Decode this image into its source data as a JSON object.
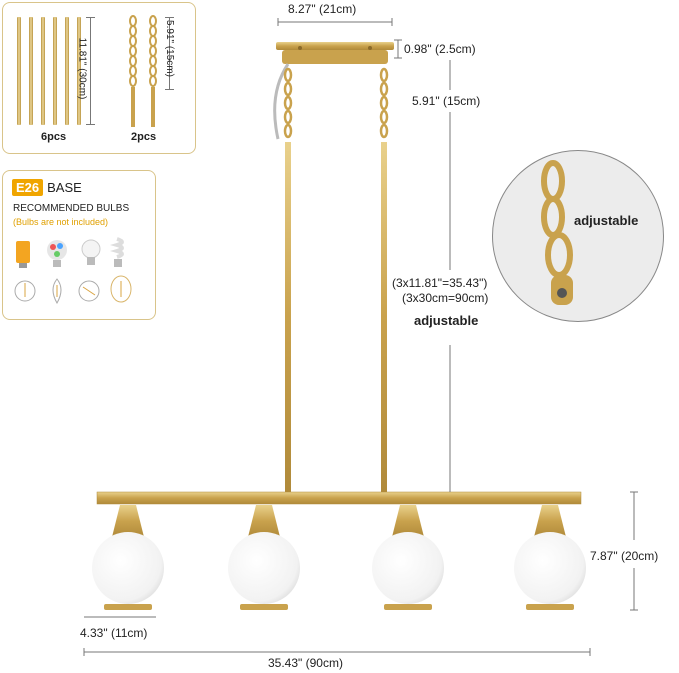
{
  "accessories": {
    "rods_length": "11.81\" (30cm)",
    "rods_count": "6pcs",
    "chain_length": "5.91\" (15cm)",
    "chain_count": "2pcs"
  },
  "bulbs": {
    "base_tag": "E26",
    "base_word": "BASE",
    "recommended": "RECOMMENDED BULBS",
    "note": "(Bulbs are not included)"
  },
  "dimensions": {
    "canopy_width": "8.27\" (21cm)",
    "canopy_height": "0.98\" (2.5cm)",
    "chain_drop": "5.91\" (15cm)",
    "rod_total_in": "(3x11.81\"=35.43\")",
    "rod_total_cm": "(3x30cm=90cm)",
    "rod_adjustable": "adjustable",
    "shade_height": "7.87\" (20cm)",
    "shade_width": "4.33\" (11cm)",
    "bar_length": "35.43\" (90cm)"
  },
  "zoom": {
    "label": "adjustable"
  },
  "colors": {
    "gold": "#c9a24d",
    "panel_border": "#d9c48a",
    "accent_tag": "#f0a500"
  }
}
